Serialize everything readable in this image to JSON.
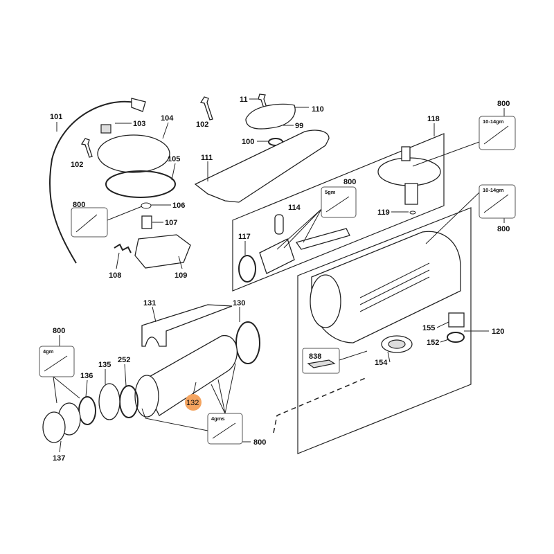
{
  "diagram": {
    "labels": {
      "p101": "101",
      "p103": "103",
      "p104": "104",
      "p102a": "102",
      "p105": "105",
      "p800a": "800",
      "p106": "106",
      "p107": "107",
      "p108": "108",
      "p109": "109",
      "p102b": "102",
      "p11": "11",
      "p110": "110",
      "p99": "99",
      "p100": "100",
      "p111": "111",
      "p118": "118",
      "p800b": "800",
      "p800c": "800",
      "p114": "114",
      "p119": "119",
      "p800d": "800",
      "p117": "117",
      "p131": "131",
      "p130": "130",
      "p120": "120",
      "p155": "155",
      "p152": "152",
      "p838": "838",
      "p154": "154",
      "p800e": "800",
      "p135": "135",
      "p252": "252",
      "p136": "136",
      "p132": "132",
      "p800f": "800",
      "p137": "137"
    },
    "kits": {
      "k1": "10-14gm",
      "k2": "10-14gm",
      "k3": "5gm",
      "k4": "4gm",
      "k5": "4gms"
    },
    "highlight_color": "#f4a460"
  }
}
